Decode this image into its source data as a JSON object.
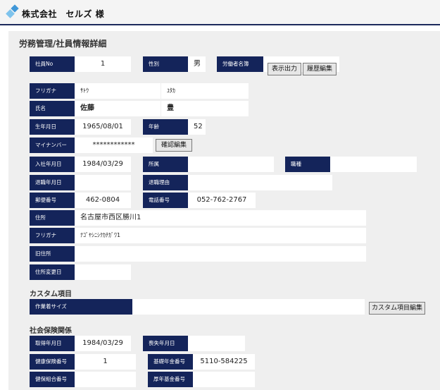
{
  "header": {
    "company": "株式会社　セルズ 様"
  },
  "page_title": "労務管理/社員情報詳細",
  "basic": {
    "employee_no": {
      "label": "社員No",
      "value": "1"
    },
    "gender": {
      "label": "性別",
      "value": "男"
    },
    "register": {
      "label": "労働者名簿",
      "print_button": "表示出力",
      "history_button": "履歴編集"
    },
    "furigana": {
      "label": "フリガナ",
      "last": "ｻﾄｳ",
      "first": "ﾕﾀｶ"
    },
    "name": {
      "label": "氏名",
      "last": "佐藤",
      "first": "豊"
    },
    "birthdate": {
      "label": "生年月日",
      "value": "1965/08/01"
    },
    "age": {
      "label": "年齢",
      "value": "52"
    },
    "my_number": {
      "label": "マイナンバー",
      "value": "************",
      "confirm_button": "確認編集"
    },
    "hire_date": {
      "label": "入社年月日",
      "value": "1984/03/29"
    },
    "department": {
      "label": "所属",
      "value": ""
    },
    "job_type": {
      "label": "職種",
      "value": ""
    },
    "retire_date": {
      "label": "退職年月日",
      "value": ""
    },
    "retire_reason": {
      "label": "退職理由",
      "value": ""
    },
    "postal_code": {
      "label": "郵便番号",
      "value": "462-0804"
    },
    "phone": {
      "label": "電話番号",
      "value": "052-762-2767"
    },
    "address": {
      "label": "住所",
      "value": "名古屋市西区勝川1"
    },
    "address_kana": {
      "label": "フリガナ",
      "value": "ﾅｺﾞﾔｼﾆｼｸｶﾁｶﾞﾜ1"
    },
    "old_address": {
      "label": "旧住所",
      "value": ""
    },
    "address_change_date": {
      "label": "住所変更日",
      "value": ""
    }
  },
  "custom": {
    "title": "カスタム項目",
    "work_clothes_size": {
      "label": "作業着サイズ",
      "value": ""
    },
    "edit_button": "カスタム項目編集"
  },
  "social_insurance": {
    "title": "社会保険関係",
    "acquired_date": {
      "label": "取得年月日",
      "value": "1984/03/29"
    },
    "lost_date": {
      "label": "喪失年月日",
      "value": ""
    },
    "health_insurance_no": {
      "label": "健康保険番号",
      "value": "1"
    },
    "pension_no": {
      "label": "基礎年金番号",
      "value": "5110-584225"
    },
    "health_union_no": {
      "label": "健保組合番号",
      "value": ""
    },
    "pension_fund_no": {
      "label": "厚年基金番号",
      "value": ""
    }
  }
}
